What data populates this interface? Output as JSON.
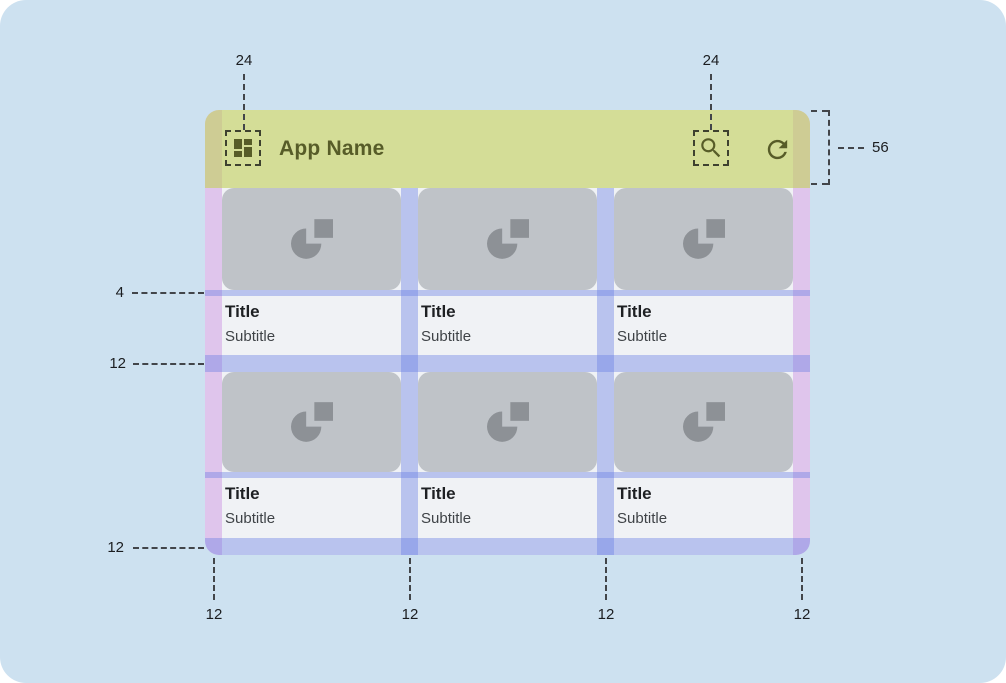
{
  "appbar": {
    "title": "App Name"
  },
  "cards": [
    {
      "title": "Title",
      "subtitle": "Subtitle"
    },
    {
      "title": "Title",
      "subtitle": "Subtitle"
    },
    {
      "title": "Title",
      "subtitle": "Subtitle"
    },
    {
      "title": "Title",
      "subtitle": "Subtitle"
    },
    {
      "title": "Title",
      "subtitle": "Subtitle"
    },
    {
      "title": "Title",
      "subtitle": "Subtitle"
    }
  ],
  "annotations": {
    "icon_size_left": "24",
    "icon_size_right": "24",
    "appbar_height": "56",
    "image_text_gap": "4",
    "row_gutter": "12",
    "bottom_margin": "12",
    "column_labels": [
      "12",
      "12",
      "12",
      "12"
    ]
  },
  "icons": {
    "nav": "dashboard-icon",
    "search": "search-icon",
    "refresh": "refresh-icon",
    "card_media": "image-placeholder-icon"
  },
  "colors": {
    "canvas_bg": "#cde1f0",
    "appbar_overlay": "#d6df9c",
    "margin_overlay": "#dfc5ea",
    "gutter_overlay": "#b7c0ee",
    "placeholder": "#bfc3c8",
    "placeholder_icon": "#8d9196",
    "appbar_ink": "#575c28",
    "annotation_ink": "#212428"
  }
}
